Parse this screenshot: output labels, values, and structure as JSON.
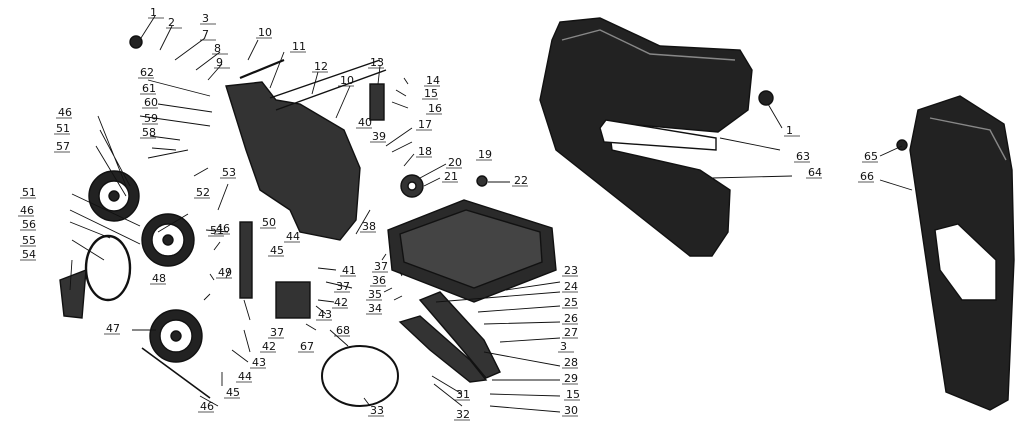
{
  "diagram": {
    "callouts": [
      "1",
      "2",
      "3",
      "7",
      "8",
      "9",
      "10",
      "11",
      "12",
      "13",
      "14",
      "15",
      "16",
      "17",
      "18",
      "19",
      "20",
      "21",
      "22",
      "23",
      "24",
      "25",
      "26",
      "27",
      "28",
      "29",
      "30",
      "31",
      "32",
      "33",
      "34",
      "35",
      "36",
      "37",
      "38",
      "39",
      "40",
      "41",
      "42",
      "43",
      "44",
      "45",
      "46",
      "47",
      "48",
      "49",
      "50",
      "51",
      "52",
      "53",
      "54",
      "55",
      "56",
      "57",
      "58",
      "59",
      "60",
      "61",
      "62",
      "63",
      "64",
      "65",
      "66",
      "67",
      "68"
    ],
    "ink_color": "#111111",
    "paper_color": "#ffffff"
  }
}
